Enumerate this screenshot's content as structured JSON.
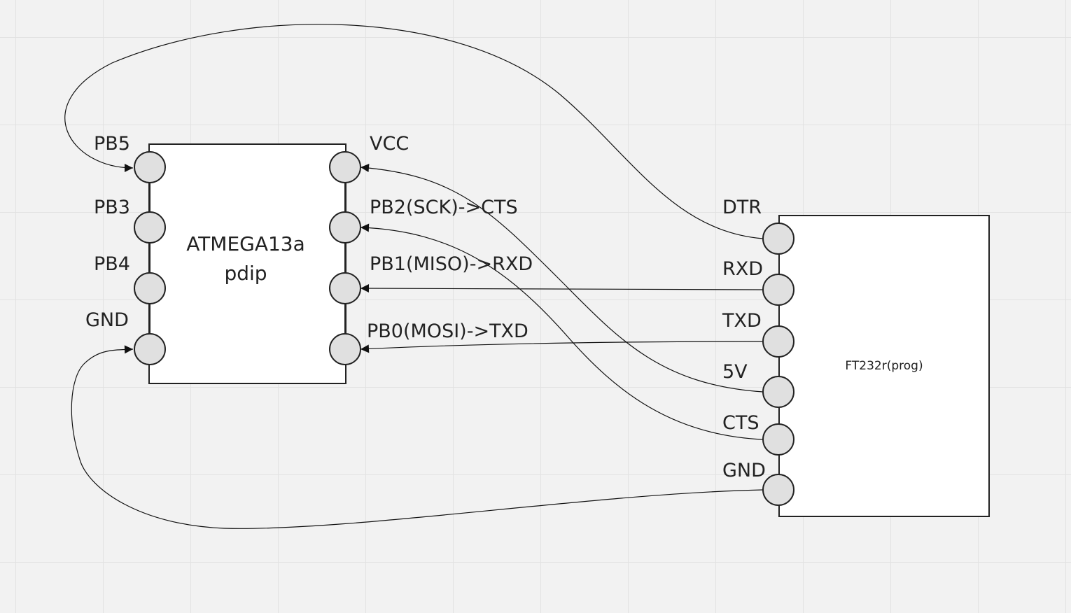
{
  "atmega": {
    "title_line1": "ATMEGA13a",
    "title_line2": "pdip",
    "left_pins": [
      "PB5",
      "PB3",
      "PB4",
      "GND"
    ],
    "right_pins": [
      "VCC",
      "PB2(SCK)->CTS",
      "PB1(MISO)->RXD",
      "PB0(MOSI)->TXD"
    ]
  },
  "ft232": {
    "title": "FT232r(prog)",
    "pins": [
      "DTR",
      "RXD",
      "TXD",
      "5V",
      "CTS",
      "GND"
    ]
  },
  "connections": [
    {
      "from": "DTR",
      "to": "PB5"
    },
    {
      "from": "RXD",
      "to": "PB1(MISO)->RXD"
    },
    {
      "from": "TXD",
      "to": "PB0(MOSI)->TXD"
    },
    {
      "from": "5V",
      "to": "VCC"
    },
    {
      "from": "CTS",
      "to": "PB2(SCK)->CTS"
    },
    {
      "from": "GND",
      "to": "GND"
    }
  ]
}
